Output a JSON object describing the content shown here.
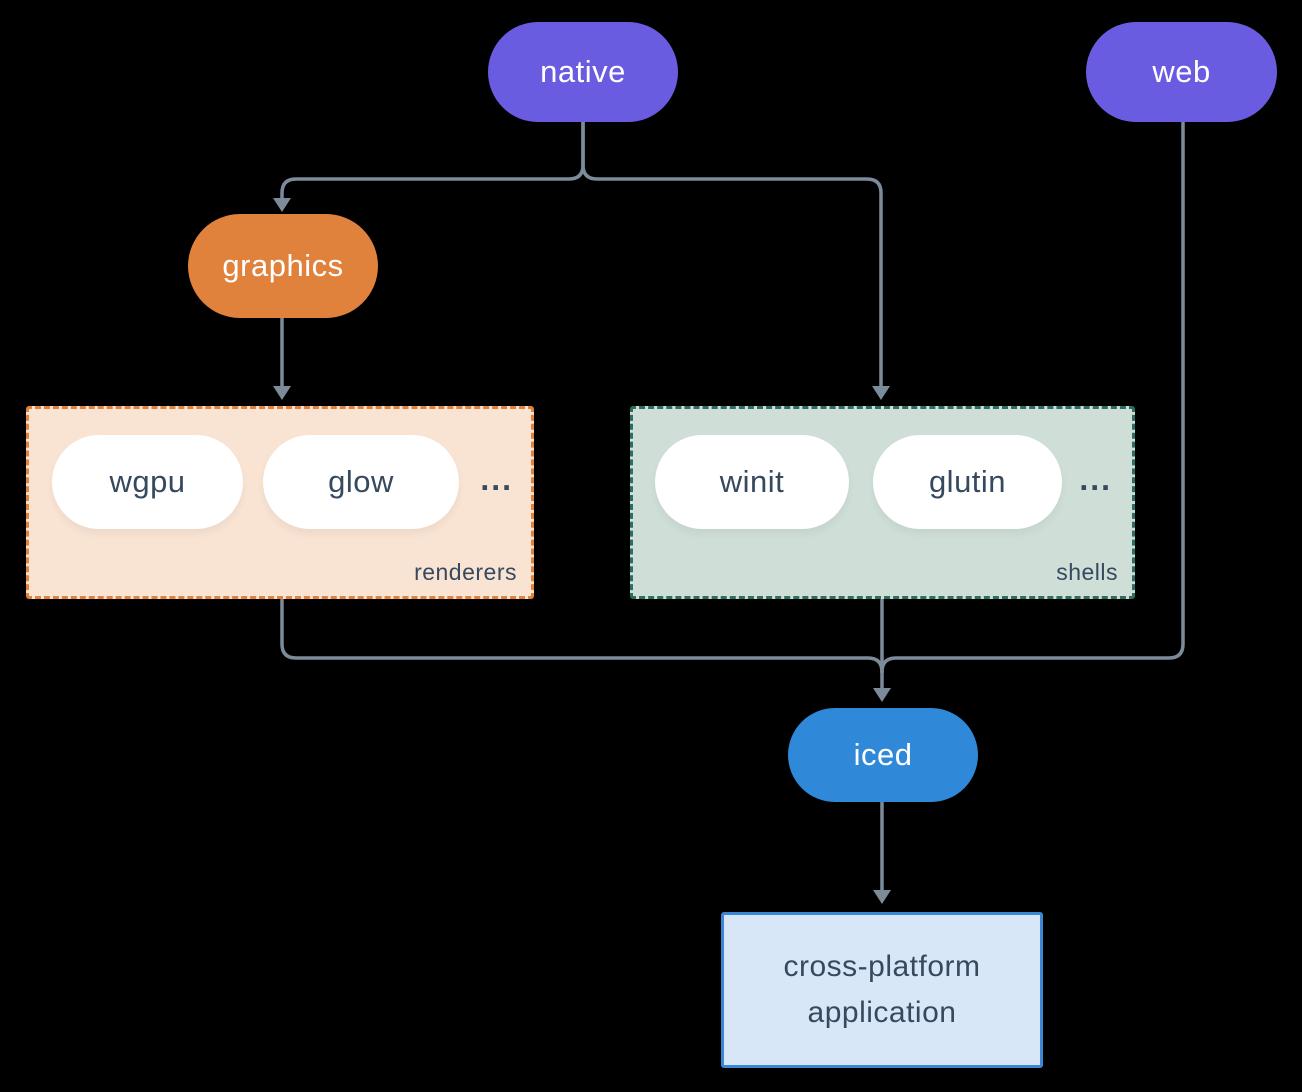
{
  "diagram": {
    "nodes": {
      "native": {
        "label": "native"
      },
      "web": {
        "label": "web"
      },
      "graphics": {
        "label": "graphics"
      },
      "iced": {
        "label": "iced"
      },
      "application": {
        "line1": "cross-platform",
        "line2": "application"
      }
    },
    "groups": {
      "renderers": {
        "label": "renderers",
        "items": [
          "wgpu",
          "glow"
        ],
        "ellipsis": "..."
      },
      "shells": {
        "label": "shells",
        "items": [
          "winit",
          "glutin"
        ],
        "ellipsis": "..."
      }
    },
    "edges": [
      {
        "from": "native",
        "to": "graphics"
      },
      {
        "from": "native",
        "to": "shells"
      },
      {
        "from": "graphics",
        "to": "renderers"
      },
      {
        "from": "renderers",
        "to": "iced"
      },
      {
        "from": "shells",
        "to": "iced"
      },
      {
        "from": "web",
        "to": "iced"
      },
      {
        "from": "iced",
        "to": "application"
      }
    ],
    "colors": {
      "background": "#000000",
      "connector": "#7c8b9a",
      "node-purple": "#6a5ce0",
      "node-orange": "#e0813c",
      "node-blue": "#2f88d8",
      "node-text": "#ffffff",
      "dark-text": "#36495e",
      "pill-white": "#ffffff",
      "renderers-fill": "#f9e4d4",
      "renderers-border": "#e0813c",
      "shells-fill": "#cfdfd8",
      "shells-border": "#2c6e61",
      "app-fill": "#d7e7f8",
      "app-border": "#3b87d5"
    }
  }
}
